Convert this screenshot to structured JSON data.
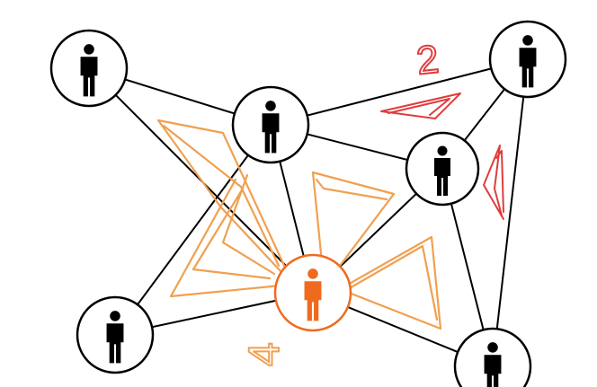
{
  "colors": {
    "node_stroke": "#000000",
    "node_fill": "#ffffff",
    "person_default": "#000000",
    "highlight": "#f06a1e",
    "orange_scribble": "#f0a050",
    "red_scribble": "#e03c3c"
  },
  "network": {
    "nodes": [
      {
        "id": "n1",
        "icon": "person-icon",
        "highlighted": false
      },
      {
        "id": "n2",
        "icon": "person-icon",
        "highlighted": false
      },
      {
        "id": "n3",
        "icon": "person-icon",
        "highlighted": false
      },
      {
        "id": "n4",
        "icon": "person-icon",
        "highlighted": false
      },
      {
        "id": "n5",
        "icon": "person-icon",
        "highlighted": true
      },
      {
        "id": "n6",
        "icon": "person-icon",
        "highlighted": false
      },
      {
        "id": "n7",
        "icon": "person-icon",
        "highlighted": false
      }
    ],
    "edges": [
      [
        "n1",
        "n2"
      ],
      [
        "n1",
        "n5"
      ],
      [
        "n2",
        "n3"
      ],
      [
        "n2",
        "n4"
      ],
      [
        "n2",
        "n5"
      ],
      [
        "n2",
        "n6"
      ],
      [
        "n3",
        "n4"
      ],
      [
        "n3",
        "n7"
      ],
      [
        "n4",
        "n5"
      ],
      [
        "n4",
        "n7"
      ],
      [
        "n5",
        "n6"
      ],
      [
        "n5",
        "n7"
      ]
    ]
  },
  "annotations": {
    "red_digit_top": "2",
    "red_digit_side": "1",
    "orange_digit": "4"
  }
}
